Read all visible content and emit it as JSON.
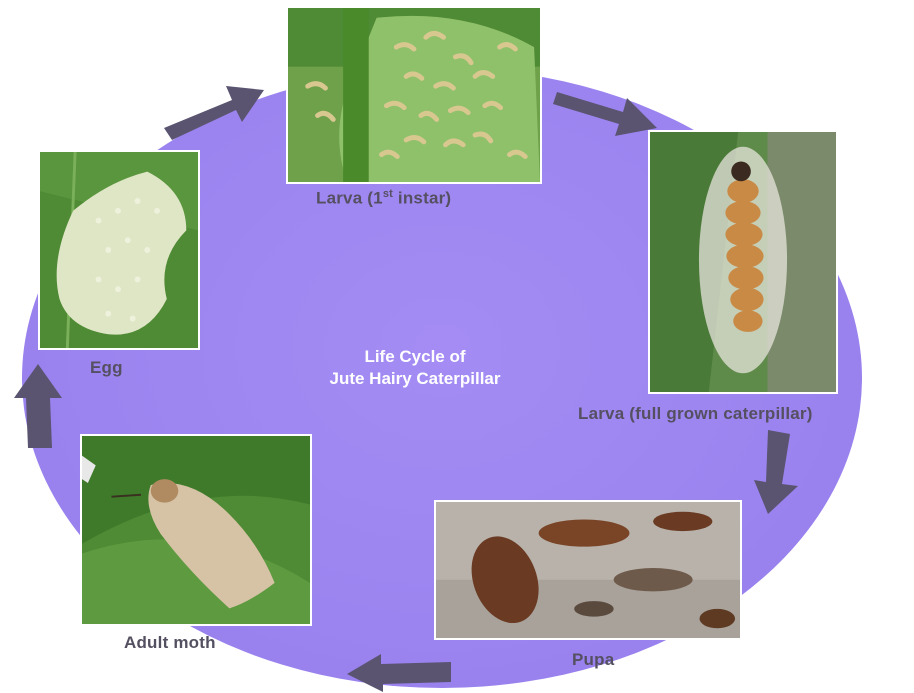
{
  "title": {
    "line1": "Life Cycle of",
    "line2": "Jute Hairy Caterpillar"
  },
  "stages": {
    "larva_first": {
      "label_main": "Larva (1",
      "label_sup": "st",
      "label_tail": " instar)"
    },
    "larva_full": {
      "label": "Larva (full grown caterpillar)"
    },
    "pupa": {
      "label": "Pupa"
    },
    "adult": {
      "label": "Adult moth"
    },
    "egg": {
      "label": "Egg"
    }
  },
  "colors": {
    "cycle_fill": "#9c84f0",
    "arrow": "#5a5470",
    "label_text": "#555061",
    "title_text": "#ffffff"
  }
}
